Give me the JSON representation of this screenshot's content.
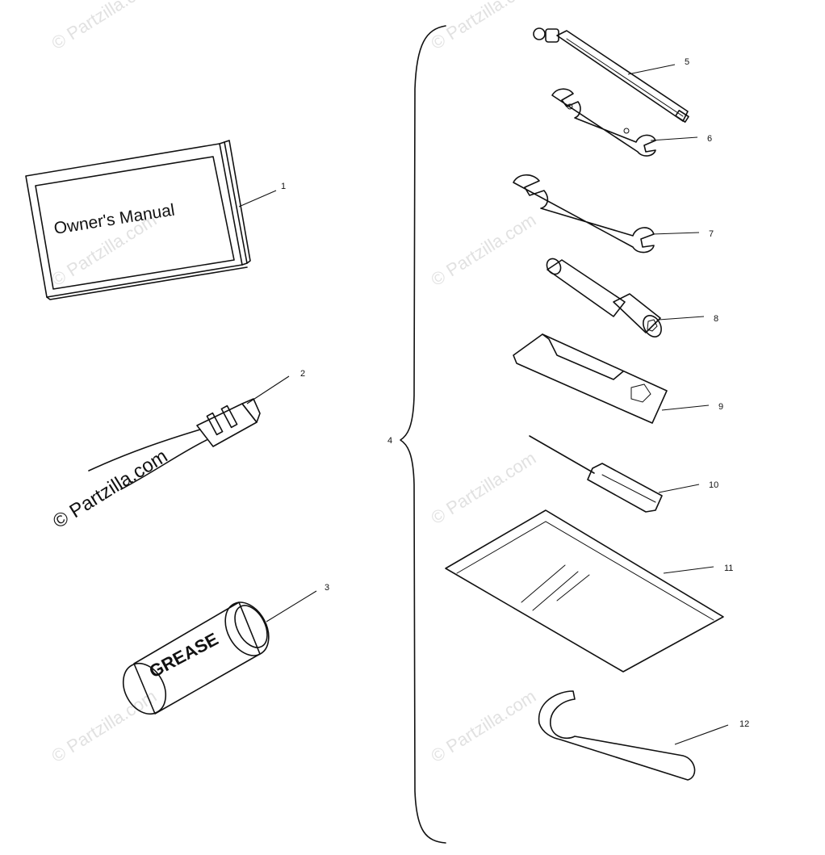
{
  "watermark": "© Partzilla.com",
  "manual_title": "Owner's Manual",
  "grease_label": "GREASE",
  "callouts": [
    "1",
    "2",
    "3",
    "4",
    "5",
    "6",
    "7",
    "8",
    "9",
    "10",
    "11",
    "12"
  ]
}
